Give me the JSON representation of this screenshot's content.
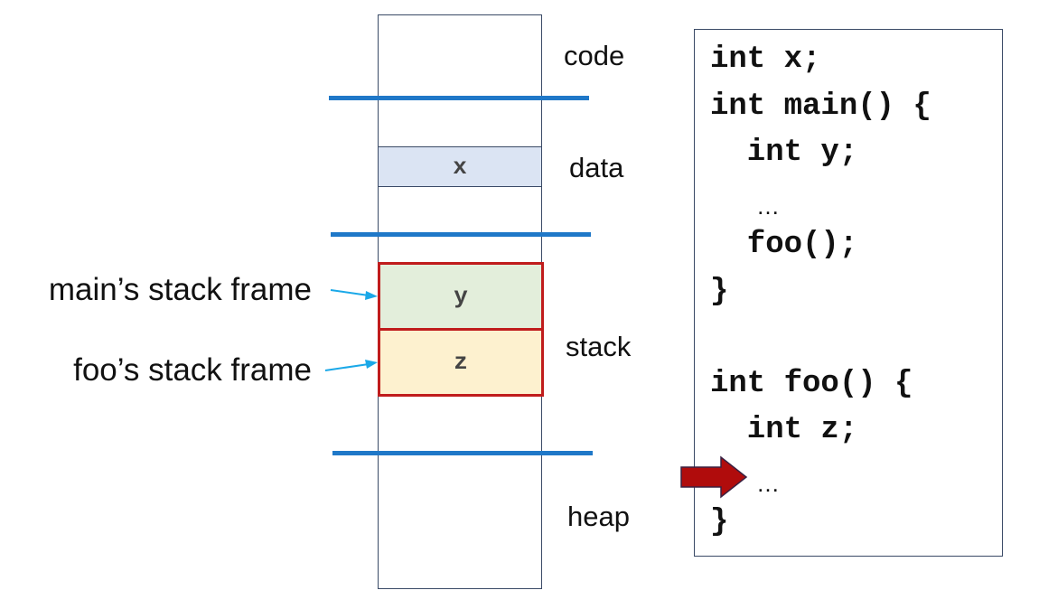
{
  "memory": {
    "segments": {
      "code": "code",
      "data": "data",
      "stack": "stack",
      "heap": "heap"
    },
    "cells": {
      "x": "x",
      "y": "y",
      "z": "z"
    },
    "frames": {
      "main": "main’s stack frame",
      "foo": "foo’s stack frame"
    }
  },
  "code": {
    "lines": [
      "int x;",
      "int main() {",
      "  int y;",
      "  …",
      "  foo();",
      "}",
      "",
      "int foo() {",
      "  int z;",
      "  …",
      "}"
    ],
    "current_line_index": 9
  },
  "colors": {
    "divider": "#1f78c8",
    "frame_border": "#c01c1c",
    "data_cell": "#dbe4f3",
    "main_frame": "#e3eedb",
    "foo_frame": "#fdf1cf",
    "pointer_arrow": "#b00c0c",
    "label_arrow": "#1aa8e8"
  }
}
